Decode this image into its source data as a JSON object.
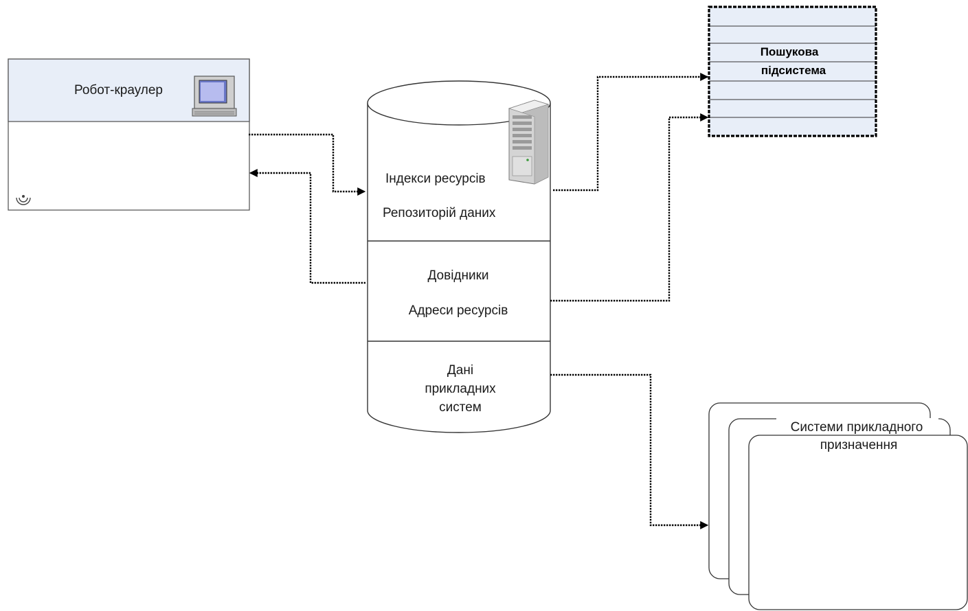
{
  "crawler": {
    "title": "Робот-краулер"
  },
  "repository": {
    "top_label_1": "Індекси ресурсів",
    "top_label_2": "Репозиторій даних",
    "mid_label_1": "Довідники",
    "mid_label_2": "Адреси ресурсів",
    "bottom_label": [
      "Дані",
      "прикладних",
      "систем"
    ]
  },
  "search_subsystem": {
    "label": [
      "Пошукова",
      "підсистема"
    ]
  },
  "applied_systems": {
    "label": [
      "Системи прикладного",
      "призначення"
    ]
  },
  "colors": {
    "box_fill": "#e8eef8",
    "line": "#000000",
    "shape_border": "#4a4a4a"
  },
  "icons": [
    "computer-icon",
    "server-icon",
    "wireless-icon"
  ]
}
